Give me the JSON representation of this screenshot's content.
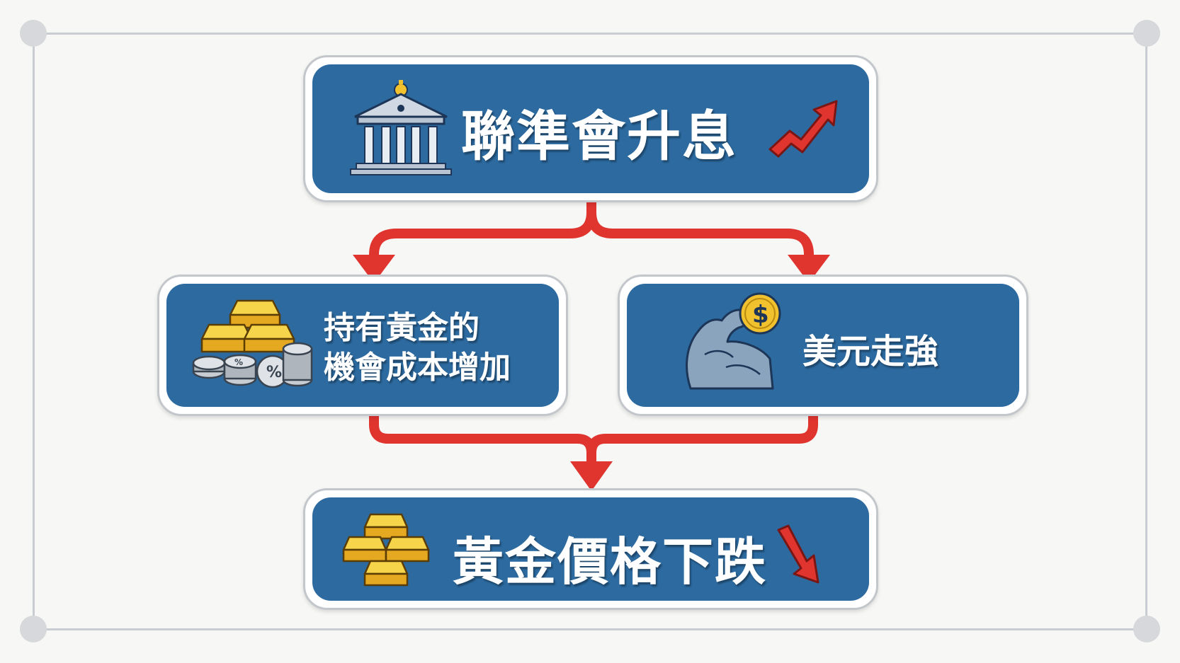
{
  "nodes": {
    "top": {
      "label": "聯準會升息"
    },
    "left": {
      "line1": "持有黃金的",
      "line2": "機會成本增加"
    },
    "right": {
      "label": "美元走強"
    },
    "bottom": {
      "label": "黃金價格下跌"
    }
  },
  "icons": {
    "top": [
      "bank-icon",
      "trend-up-arrow-icon"
    ],
    "left": [
      "gold-bars-and-coins-icon"
    ],
    "right": [
      "flexed-arm-dollar-icon"
    ],
    "bottom": [
      "gold-bars-icon",
      "trend-down-arrow-icon"
    ]
  },
  "colors": {
    "box_fill": "#2c6aa0",
    "arrow": "#e0342f",
    "text": "#ffffff",
    "gold": "#f2c12e"
  }
}
